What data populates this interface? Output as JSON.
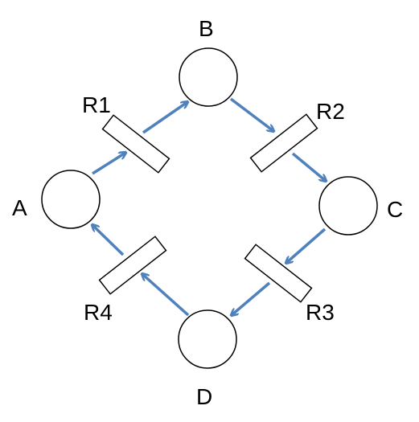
{
  "places": [
    {
      "id": "A",
      "label": "A"
    },
    {
      "id": "B",
      "label": "B"
    },
    {
      "id": "C",
      "label": "C"
    },
    {
      "id": "D",
      "label": "D"
    }
  ],
  "transitions": [
    {
      "id": "R1",
      "label": "R1"
    },
    {
      "id": "R2",
      "label": "R2"
    },
    {
      "id": "R3",
      "label": "R3"
    },
    {
      "id": "R4",
      "label": "R4"
    }
  ],
  "arcs": [
    {
      "from": "A",
      "to": "R1"
    },
    {
      "from": "R1",
      "to": "B"
    },
    {
      "from": "B",
      "to": "R2"
    },
    {
      "from": "R2",
      "to": "C"
    },
    {
      "from": "C",
      "to": "R3"
    },
    {
      "from": "R3",
      "to": "D"
    },
    {
      "from": "D",
      "to": "R4"
    },
    {
      "from": "R4",
      "to": "A"
    }
  ],
  "colors": {
    "arc": "#4f81bd",
    "stroke": "#000000",
    "fill": "#ffffff"
  }
}
